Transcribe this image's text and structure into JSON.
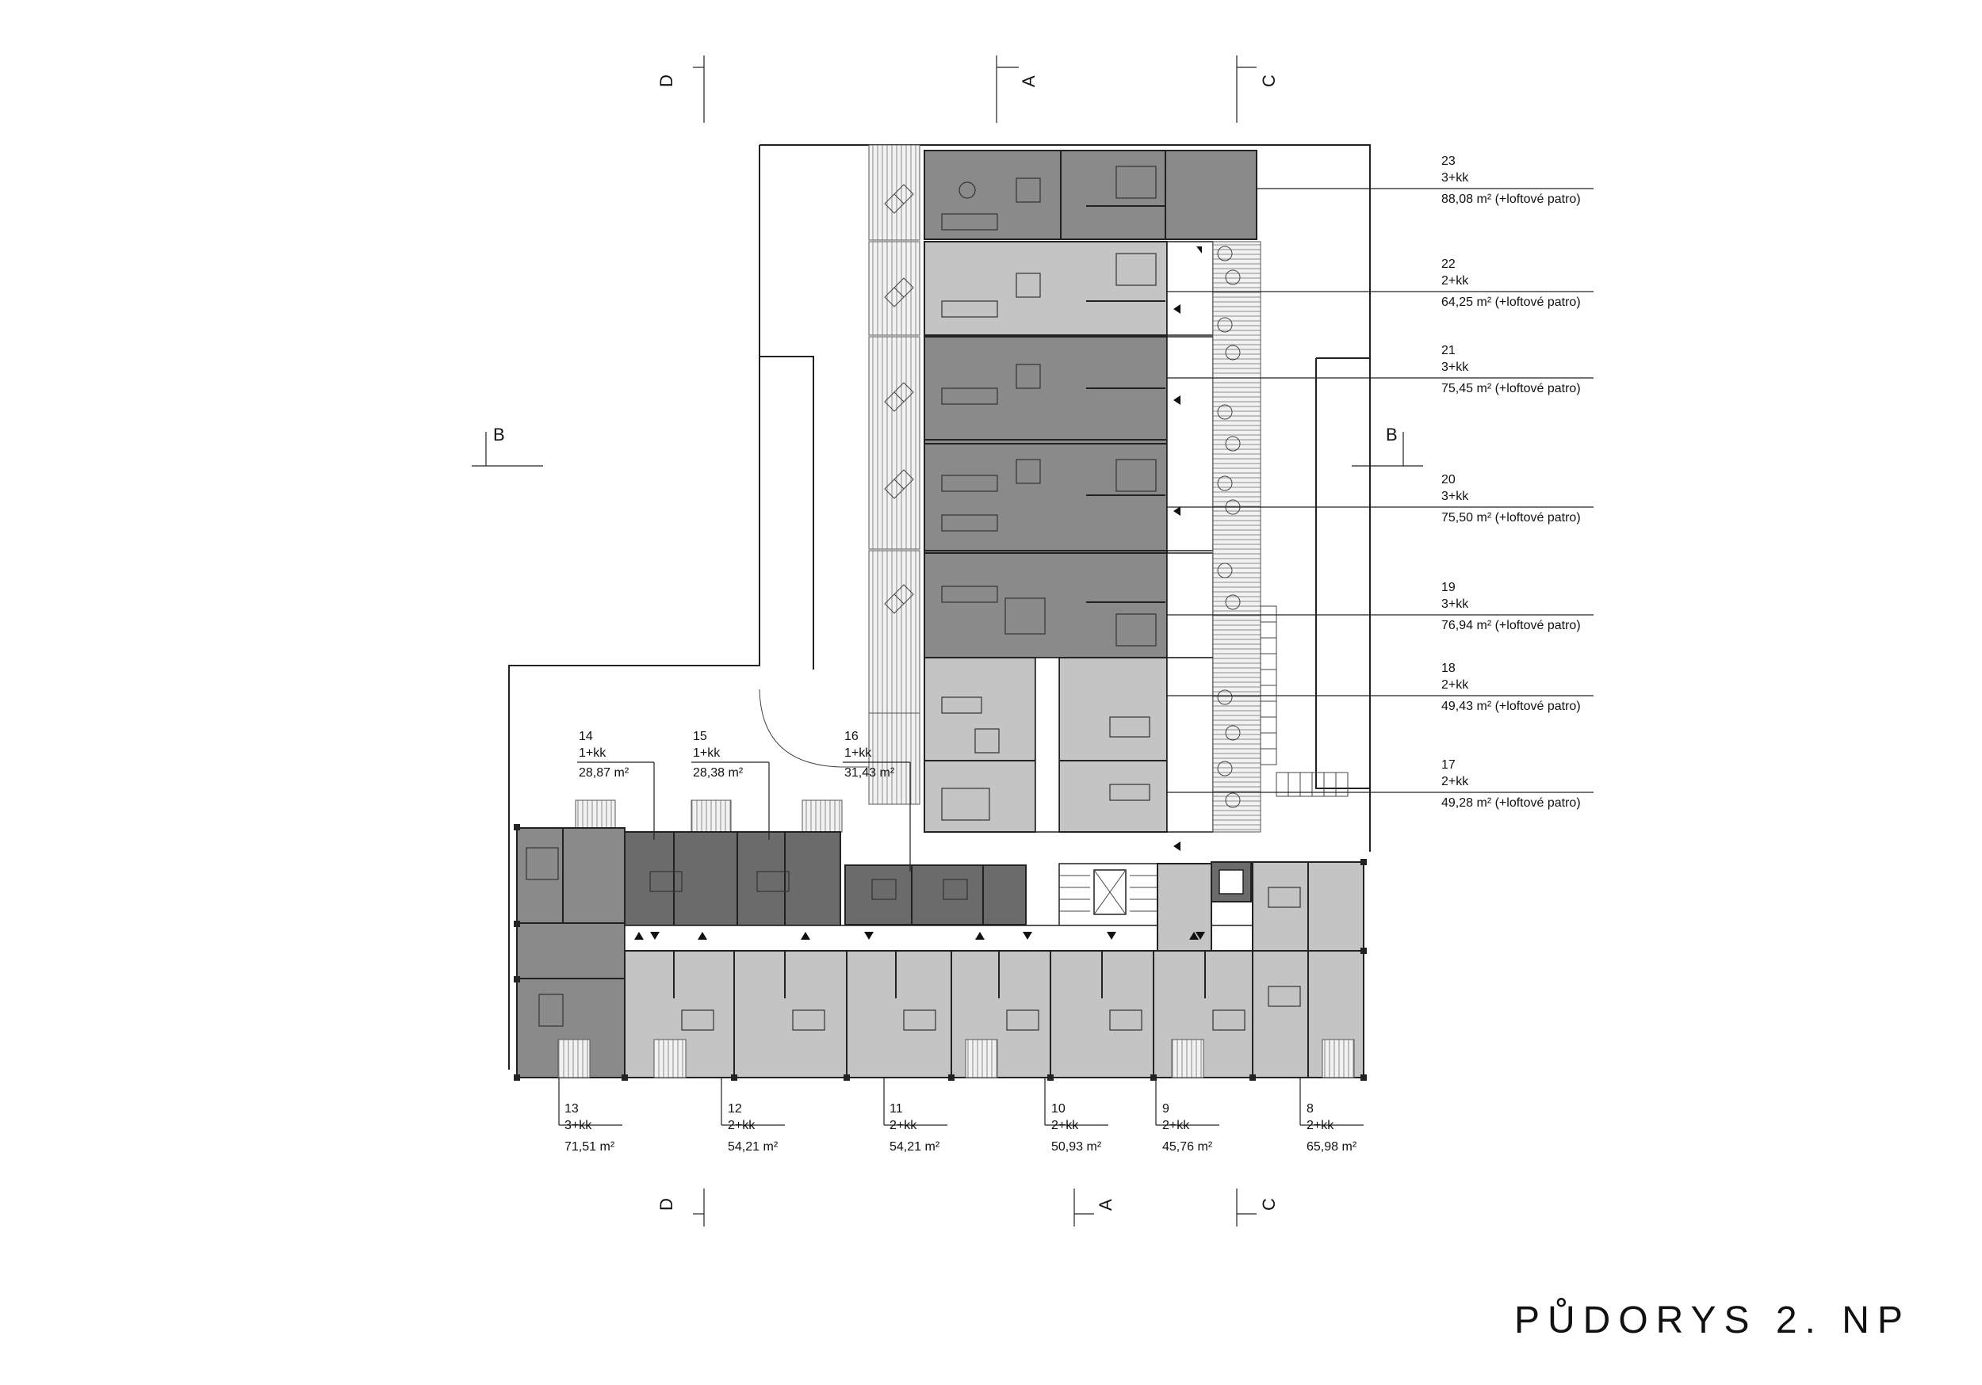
{
  "title": "PŮDORYS 2. NP",
  "sections": {
    "A": "A",
    "B": "B",
    "C": "C",
    "D": "D"
  },
  "units": [
    {
      "no": "23",
      "type": "3+kk",
      "area": "88,08 m² (+loftové patro)"
    },
    {
      "no": "22",
      "type": "2+kk",
      "area": "64,25 m² (+loftové patro)"
    },
    {
      "no": "21",
      "type": "3+kk",
      "area": "75,45 m² (+loftové patro)"
    },
    {
      "no": "20",
      "type": "3+kk",
      "area": "75,50 m² (+loftové patro)"
    },
    {
      "no": "19",
      "type": "3+kk",
      "area": "76,94 m² (+loftové patro)"
    },
    {
      "no": "18",
      "type": "2+kk",
      "area": "49,43 m² (+loftové patro)"
    },
    {
      "no": "17",
      "type": "2+kk",
      "area": "49,28 m² (+loftové patro)"
    },
    {
      "no": "16",
      "type": "1+kk",
      "area": "31,43 m²"
    },
    {
      "no": "15",
      "type": "1+kk",
      "area": "28,38 m²"
    },
    {
      "no": "14",
      "type": "1+kk",
      "area": "28,87 m²"
    },
    {
      "no": "13",
      "type": "3+kk",
      "area": "71,51 m²"
    },
    {
      "no": "12",
      "type": "2+kk",
      "area": "54,21 m²"
    },
    {
      "no": "11",
      "type": "2+kk",
      "area": "54,21 m²"
    },
    {
      "no": "10",
      "type": "2+kk",
      "area": "50,93 m²"
    },
    {
      "no": "9",
      "type": "2+kk",
      "area": "45,76 m²"
    },
    {
      "no": "8",
      "type": "2+kk",
      "area": "65,98 m²"
    }
  ],
  "colors": {
    "dark": "#6b6b6b",
    "mid": "#8a8a8a",
    "light": "#c4c4c4"
  }
}
